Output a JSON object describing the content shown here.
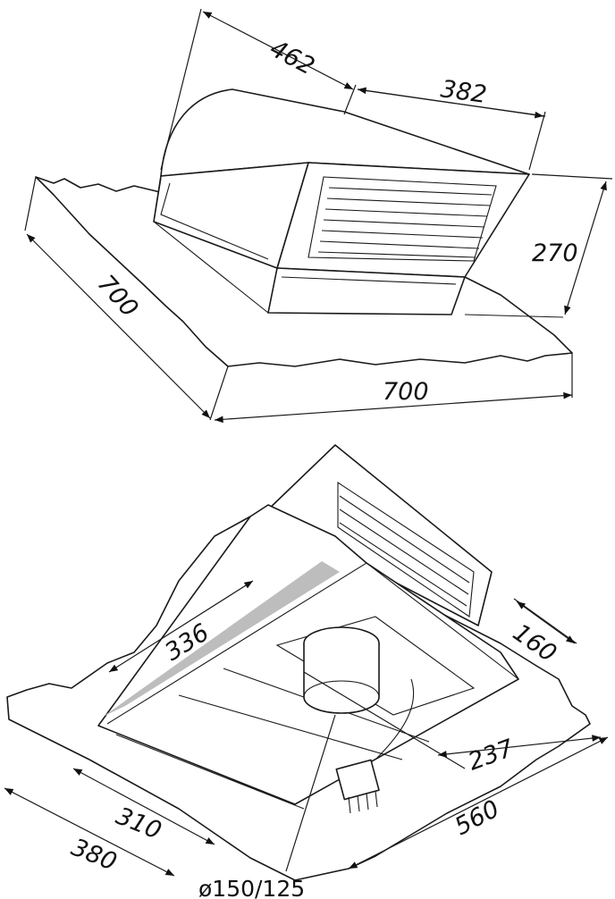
{
  "top_view": {
    "dims": {
      "depth": "462",
      "width_front": "382",
      "height": "270",
      "flashing_side": "700",
      "flashing_front": "700"
    }
  },
  "bottom_view": {
    "dims": {
      "opening_length": "336",
      "opening_offset": "160",
      "opening_width": "237",
      "base_inner": "310",
      "base_outer": "380",
      "base_length": "560",
      "duct_diameter": "ø150/125"
    }
  }
}
